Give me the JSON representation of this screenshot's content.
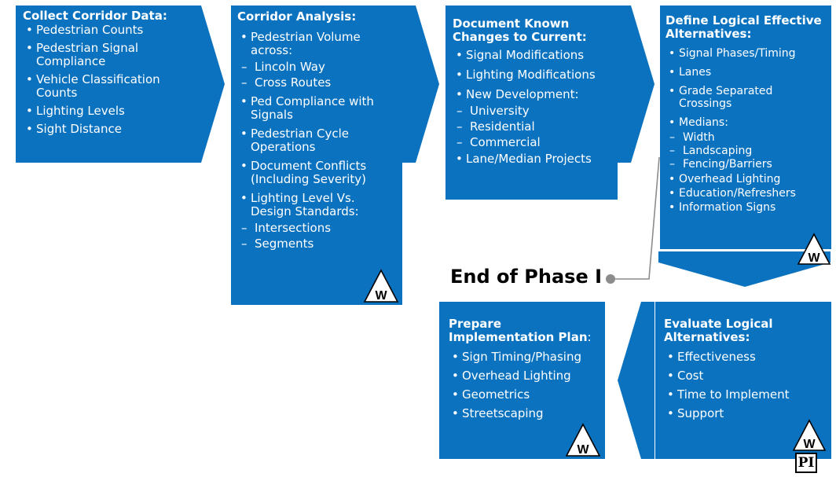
{
  "boxes": {
    "collect": {
      "title": "Collect Corridor Data:",
      "items": [
        "Pedestrian Counts",
        "Pedestrian Signal Compliance",
        "Vehicle Classification Counts",
        "Lighting Levels",
        "Sight Distance"
      ]
    },
    "analysis": {
      "title": "Corridor Analysis:",
      "item1": "Pedestrian Volume across:",
      "item1_subs": [
        "Lincoln Way",
        "Cross Routes"
      ],
      "item2": "Ped Compliance with Signals",
      "item3": "Pedestrian Cycle Operations",
      "item4": "Document Conflicts (Including Severity)",
      "item5": "Lighting Level Vs. Design Standards:",
      "item5_subs": [
        "Intersections",
        "Segments"
      ]
    },
    "document": {
      "title": "Document Known Changes to Current:",
      "item1": "Signal Modifications",
      "item2": "Lighting Modifications",
      "item3": "New Development:",
      "item3_subs": [
        "University",
        "Residential",
        "Commercial"
      ],
      "item4": "Lane/Median Projects"
    },
    "define": {
      "title": "Define Logical Effective Alternatives:",
      "item1": "Signal Phases/Timing",
      "item2": "Lanes",
      "item3": "Grade Separated Crossings",
      "item4": "Medians:",
      "item4_subs": [
        "Width",
        "Landscaping",
        "Fencing/Barriers"
      ],
      "item5": "Overhead Lighting",
      "item6": "Education/Refreshers",
      "item7": "Information Signs"
    },
    "evaluate": {
      "title": "Evaluate Logical Alternatives:",
      "items": [
        "Effectiveness",
        "Cost",
        "Time to Implement",
        "Support"
      ]
    },
    "prepare": {
      "title_bold": "Prepare Implementation Plan",
      "title_colon": ":",
      "items": [
        "Sign Timing/Phasing",
        "Overhead Lighting",
        "Geometrics",
        "Streetscaping"
      ]
    }
  },
  "phase_label": "End of Phase I",
  "badges": {
    "w": "W",
    "pi": "PI"
  },
  "colors": {
    "box": "#0b72c0",
    "connector": "#8c8c8c",
    "text": "#ffffff"
  }
}
